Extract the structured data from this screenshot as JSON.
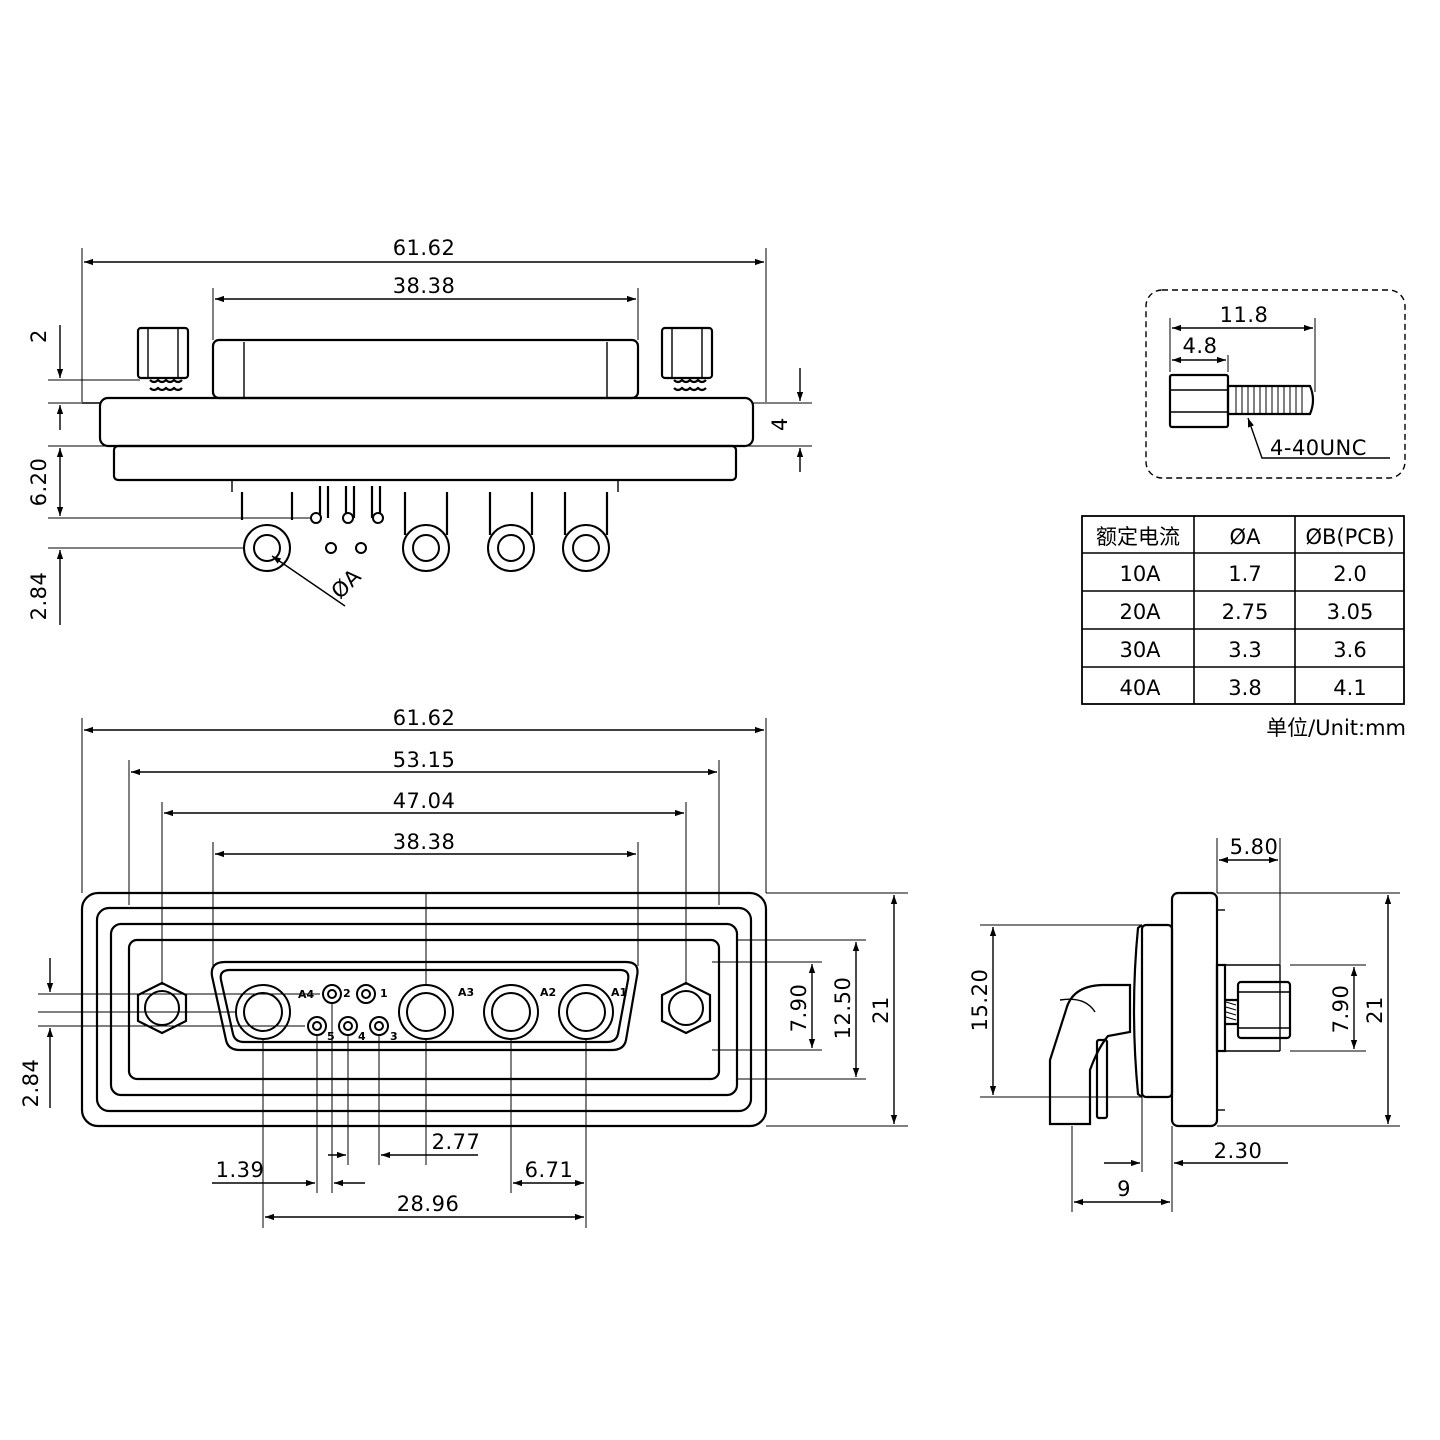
{
  "top_view": {
    "overall_width": "61.62",
    "shell_width": "38.38",
    "screw_height": "2",
    "flange_thickness": "4",
    "pin_offset_1": "6.20",
    "pin_offset_2": "2.84",
    "hole_label": "ØA"
  },
  "front_view": {
    "overall_width": "61.62",
    "mount_outer": "53.15",
    "mount_hole_pitch": "47.04",
    "shell_width": "38.38",
    "pin_row_height": "7.90",
    "shell_height": "12.50",
    "overall_height": "21",
    "left_offset": "2.84",
    "small_pin_pitch": "2.77",
    "small_pin_half_pitch": "1.39",
    "power_pin_pitch": "6.71",
    "power_pin_span": "28.96",
    "pin_labels": [
      "A4",
      "2",
      "1",
      "A3",
      "A2",
      "A1",
      "5",
      "4",
      "3"
    ]
  },
  "side_view": {
    "standoff_width": "5.80",
    "body_height": "15.20",
    "pin_row_height": "7.90",
    "overall_height": "21",
    "flange_offset": "2.30",
    "depth": "9"
  },
  "screw_detail": {
    "total_length": "11.8",
    "hex_length": "4.8",
    "thread_label": "4-40UNC"
  },
  "rating_table": {
    "headers": [
      "额定电流",
      "ØA",
      "ØB(PCB)"
    ],
    "rows": [
      [
        "10A",
        "1.7",
        "2.0"
      ],
      [
        "20A",
        "2.75",
        "3.05"
      ],
      [
        "30A",
        "3.3",
        "3.6"
      ],
      [
        "40A",
        "3.8",
        "4.1"
      ]
    ],
    "unit_note": "单位/Unit:mm"
  }
}
